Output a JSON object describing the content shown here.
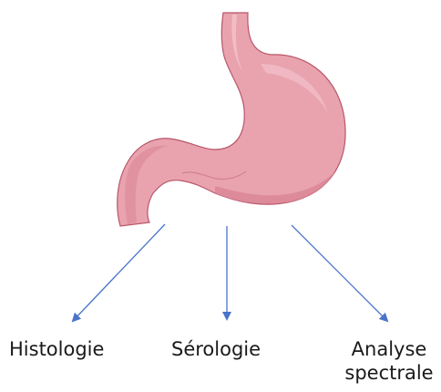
{
  "organ": {
    "icon": "stomach-illustration",
    "colors": {
      "fill": "#e9a3ae",
      "fill_dark": "#d98596",
      "outline": "#b8566a",
      "highlight": "#f5c7cf"
    }
  },
  "arrows": {
    "color": "#4a74c9"
  },
  "labels": {
    "histologie": "Histologie",
    "serologie": "Sérologie",
    "analyse_line1": "Analyse",
    "analyse_line2": "spectrale"
  }
}
